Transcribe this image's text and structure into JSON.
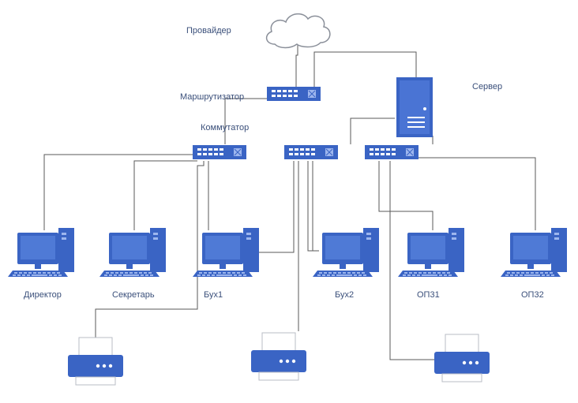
{
  "labels": {
    "provider": "Провайдер",
    "router": "Маршрутизатор",
    "server": "Сервер",
    "switch": "Коммутатор",
    "director": "Директор",
    "secretary": "Секретарь",
    "buh1": "Бух1",
    "buh2": "Бух2",
    "op31": "ОП31",
    "op32": "ОП32"
  },
  "colors": {
    "device": "#3a64c4",
    "device_light": "#6f93e0",
    "screen": "#4a74d4",
    "line": "#5a5a5a",
    "label": "#3a4f7a"
  }
}
